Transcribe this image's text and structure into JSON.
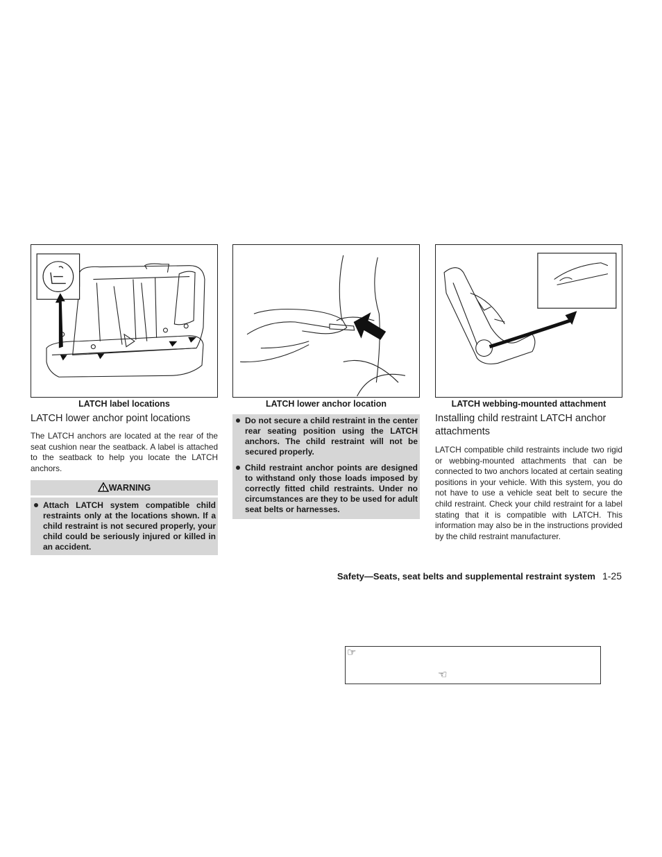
{
  "figures": [
    {
      "caption": "LATCH label locations"
    },
    {
      "caption": "LATCH lower anchor location"
    },
    {
      "caption": "LATCH webbing-mounted attachment"
    }
  ],
  "left": {
    "heading": "LATCH lower anchor point locations",
    "body": "The LATCH anchors are located at the rear of the seat cushion near the seatback. A label is attached to the seatback to help you locate the LATCH anchors.",
    "warning_title": "WARNING",
    "warning_items": [
      "Attach LATCH system compatible child restraints only at the locations shown. If a child restraint is not secured properly, your child could be seriously injured or killed in an accident."
    ]
  },
  "middle": {
    "items": [
      "Do not secure a child restraint in the center rear seating position using the LATCH anchors. The child restraint will not be secured properly.",
      "Child restraint anchor points are designed to withstand only those loads imposed by correctly fitted child restraints. Under no circumstances are they to be used for adult seat belts or harnesses."
    ]
  },
  "right": {
    "heading": "Installing child restraint LATCH anchor attachments",
    "body": "LATCH compatible child restraints include two rigid or webbing-mounted attachments that can be connected to two anchors located at certain seating positions in your vehicle. With this system, you do not have to use a vehicle seat belt to secure the child restraint. Check your child restraint for a label stating that it is compatible with LATCH. This information may also be in the instructions provided by the child restraint manufacturer."
  },
  "footer": {
    "section": "Safety—Seats, seat belts and supplemental restraint system",
    "page": "1-25"
  },
  "icons": [
    "hand-pointing-icon",
    "warning-triangle-icon",
    "child-seat-icon"
  ]
}
